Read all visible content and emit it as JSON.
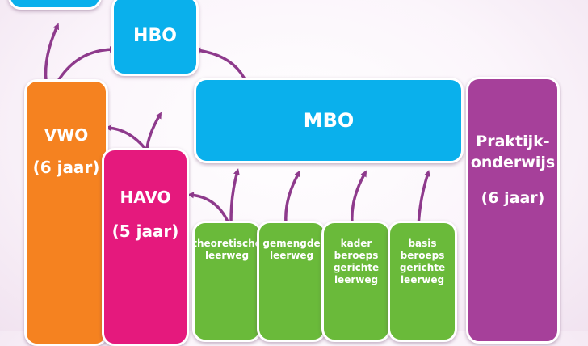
{
  "boxes": {
    "hbo": {
      "label": "HBO",
      "color": "#0ab0ec"
    },
    "mbo": {
      "label": "MBO",
      "color": "#0ab0ec"
    },
    "vwo": {
      "label": "VWO",
      "duration": "(6 jaar)",
      "color": "#f58220"
    },
    "havo": {
      "label": "HAVO",
      "duration": "(5 jaar)",
      "color": "#e5197d"
    },
    "praktijk": {
      "label_line1": "Praktijk-",
      "label_line2": "onderwijs",
      "duration": "(6 jaar)",
      "color": "#a6409a"
    },
    "leerwegen": [
      {
        "lines": [
          "theoretische",
          "leerweg"
        ]
      },
      {
        "lines": [
          "gemengde",
          "leerweg"
        ]
      },
      {
        "lines": [
          "kader",
          "beroeps",
          "gerichte",
          "leerweg"
        ]
      },
      {
        "lines": [
          "basis",
          "beroeps",
          "gerichte",
          "leerweg"
        ]
      }
    ]
  },
  "colors": {
    "arrow": "#8e3a8c",
    "leerweg": "#6aba3a",
    "border": "#ffffff"
  }
}
